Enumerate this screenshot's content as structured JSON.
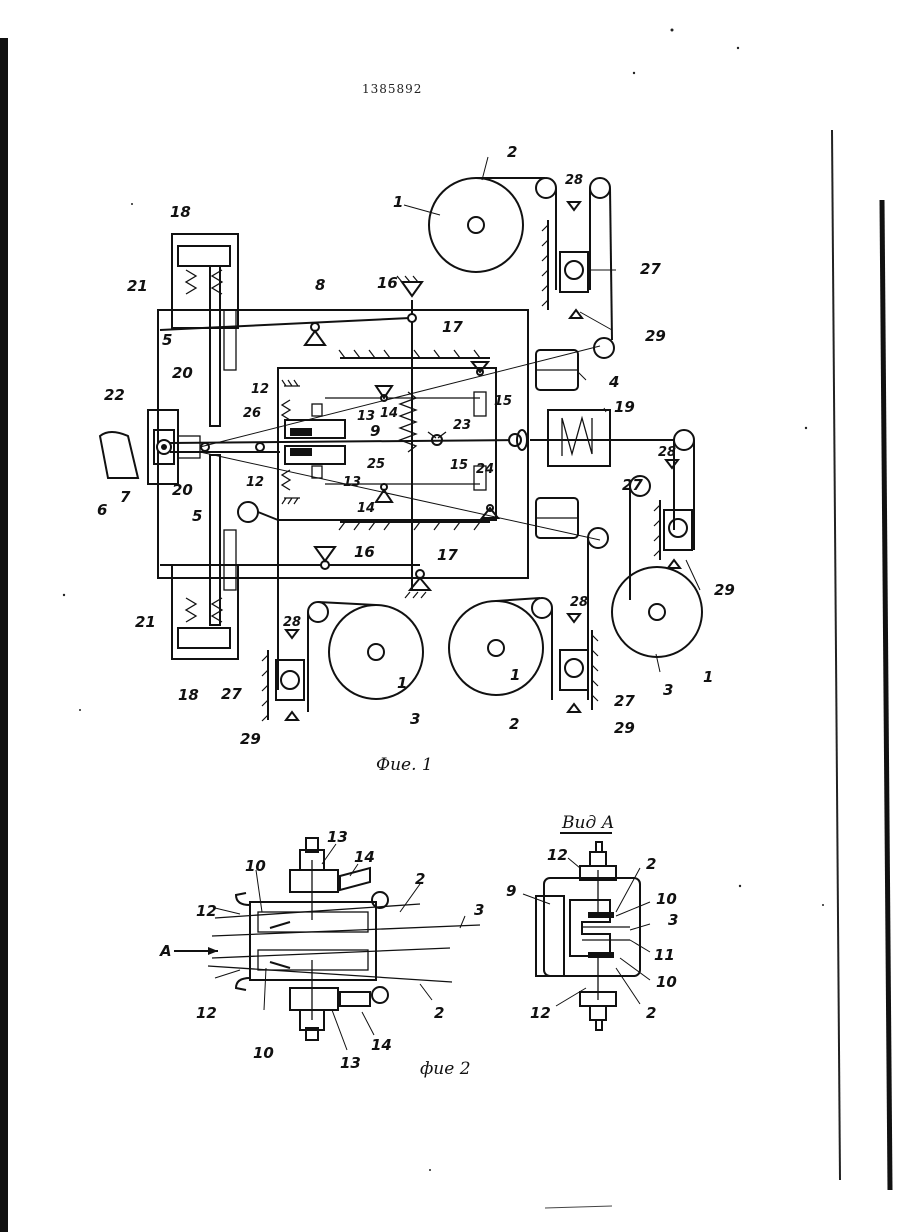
{
  "patent_number": "1385892",
  "fig1": {
    "caption": "Фие. 1",
    "labels": {
      "l1a": "1",
      "l1b": "1",
      "l1c": "1",
      "l1d": "1",
      "l2a": "2",
      "l2b": "2",
      "l3a": "3",
      "l3b": "3",
      "l4": "4",
      "l5a": "5",
      "l5b": "5",
      "l6": "6",
      "l7": "7",
      "l8": "8",
      "l9": "9",
      "l12a": "12",
      "l12b": "12",
      "l13a": "13",
      "l13b": "13",
      "l14a": "14",
      "l14b": "14",
      "l15a": "15",
      "l15b": "15",
      "l16a": "16",
      "l16b": "16",
      "l17a": "17",
      "l17b": "17",
      "l18a": "18",
      "l18b": "18",
      "l19": "19",
      "l20a": "20",
      "l20b": "20",
      "l21a": "21",
      "l21b": "21",
      "l22": "22",
      "l23": "23",
      "l24": "24",
      "l25": "25",
      "l26": "26",
      "l27a": "27",
      "l27b": "27",
      "l27c": "27",
      "l27d": "27",
      "l28a": "28",
      "l28b": "28",
      "l28c": "28",
      "l28d": "28",
      "l29a": "29",
      "l29b": "29",
      "l29c": "29",
      "l29d": "29"
    }
  },
  "fig2": {
    "caption": "фие 2",
    "view_title": "Вид А",
    "labels": {
      "a": "А",
      "l2a": "2",
      "l2b": "2",
      "l3": "3",
      "l10a": "10",
      "l10b": "10",
      "l12a": "12",
      "l12b": "12",
      "l13a": "13",
      "l13b": "13",
      "l14a": "14",
      "l14b": "14"
    },
    "view_labels": {
      "l2a": "2",
      "l2b": "2",
      "l3": "3",
      "l9": "9",
      "l10a": "10",
      "l10b": "10",
      "l11": "11",
      "l12a": "12",
      "l12b": "12"
    }
  }
}
